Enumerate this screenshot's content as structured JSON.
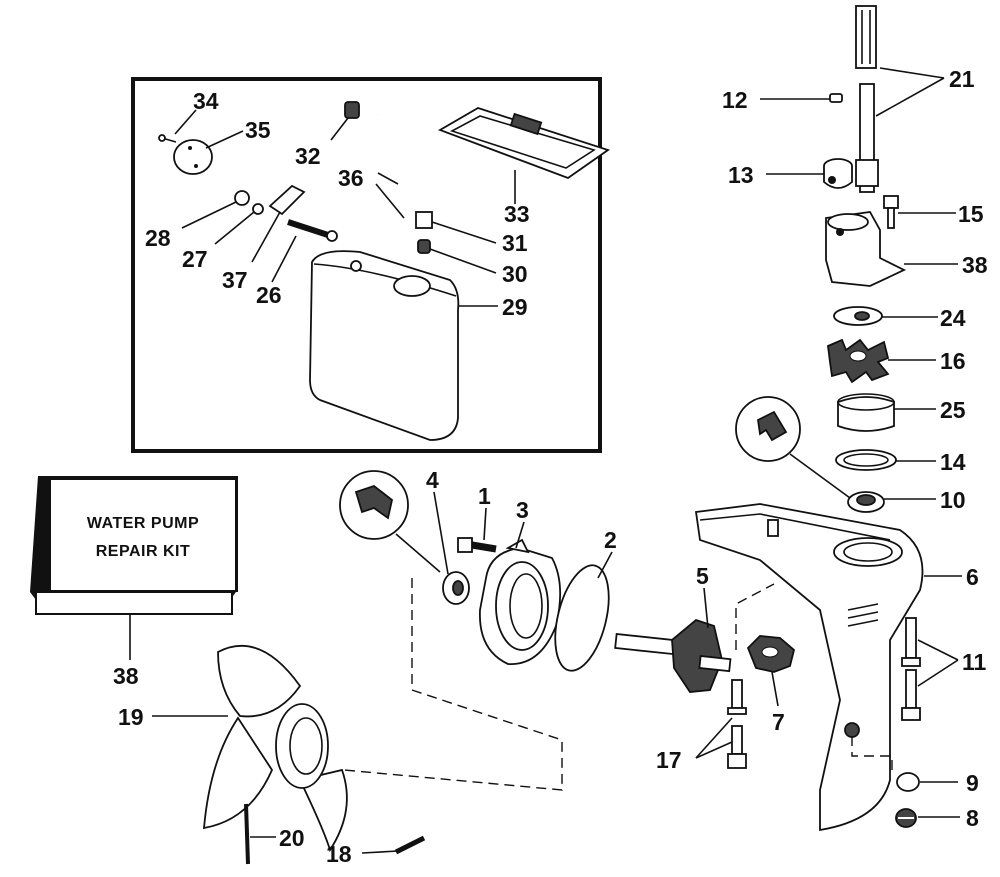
{
  "kit_box": {
    "line1": "WATER PUMP",
    "line2": "REPAIR KIT"
  },
  "callouts": {
    "c1": "1",
    "c2": "2",
    "c3": "3",
    "c4": "4",
    "c5": "5",
    "c6": "6",
    "c7": "7",
    "c8": "8",
    "c9": "9",
    "c10": "10",
    "c11": "11",
    "c12": "12",
    "c13": "13",
    "c14": "14",
    "c15": "15",
    "c16": "16",
    "c17": "17",
    "c18": "18",
    "c19": "19",
    "c20": "20",
    "c21": "21",
    "c24": "24",
    "c25": "25",
    "c26": "26",
    "c27": "27",
    "c28": "28",
    "c29": "29",
    "c30": "30",
    "c31": "31",
    "c32": "32",
    "c33": "33",
    "c34": "34",
    "c35": "35",
    "c36": "36",
    "c37": "37",
    "c38_kit": "38",
    "c38_housing": "38"
  }
}
